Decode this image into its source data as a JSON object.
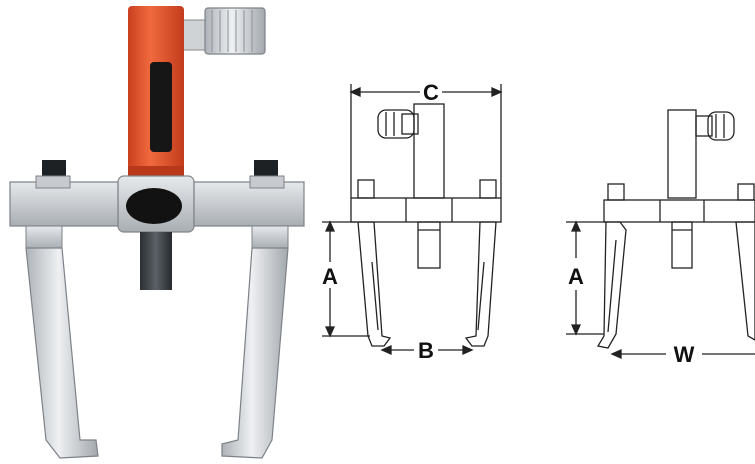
{
  "labels": {
    "c": "C",
    "a1": "A",
    "b": "B",
    "a2": "A",
    "w": "W"
  },
  "colors": {
    "cylinder": "#e8532a",
    "cylinder_shade": "#b8391a",
    "steel": "#d2d6da",
    "steel_dark": "#9aa0a6",
    "ram": "#3a3f44",
    "line": "#222222"
  }
}
